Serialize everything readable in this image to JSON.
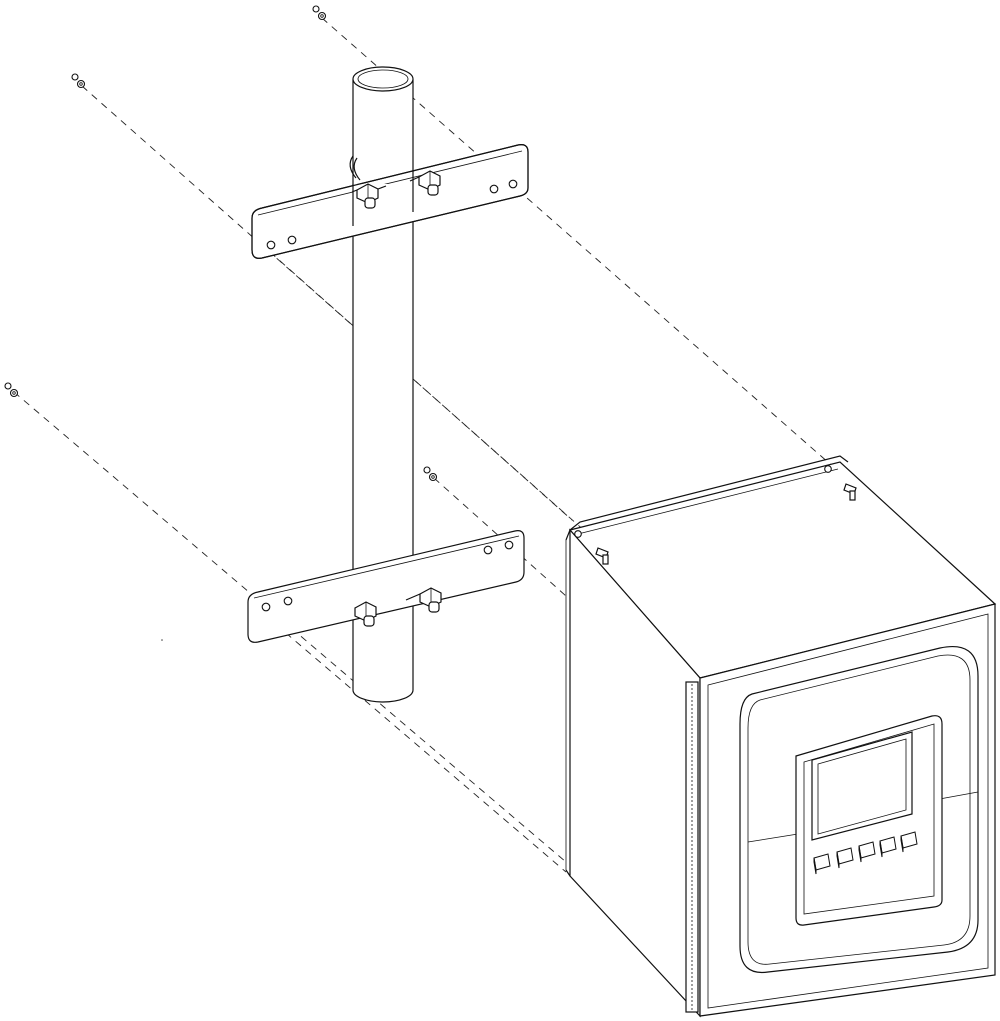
{
  "diagram": {
    "kind": "exploded-assembly",
    "components": [
      "mounting-pipe",
      "upper-mounting-bracket",
      "lower-mounting-bracket",
      "u-bolt-clamp",
      "wing-nut",
      "washer-nut",
      "mounting-screw",
      "enclosure",
      "display-window",
      "keypad-button"
    ],
    "keypad_button_count": 5,
    "colors": {
      "line": "#111111",
      "background": "#ffffff"
    }
  }
}
